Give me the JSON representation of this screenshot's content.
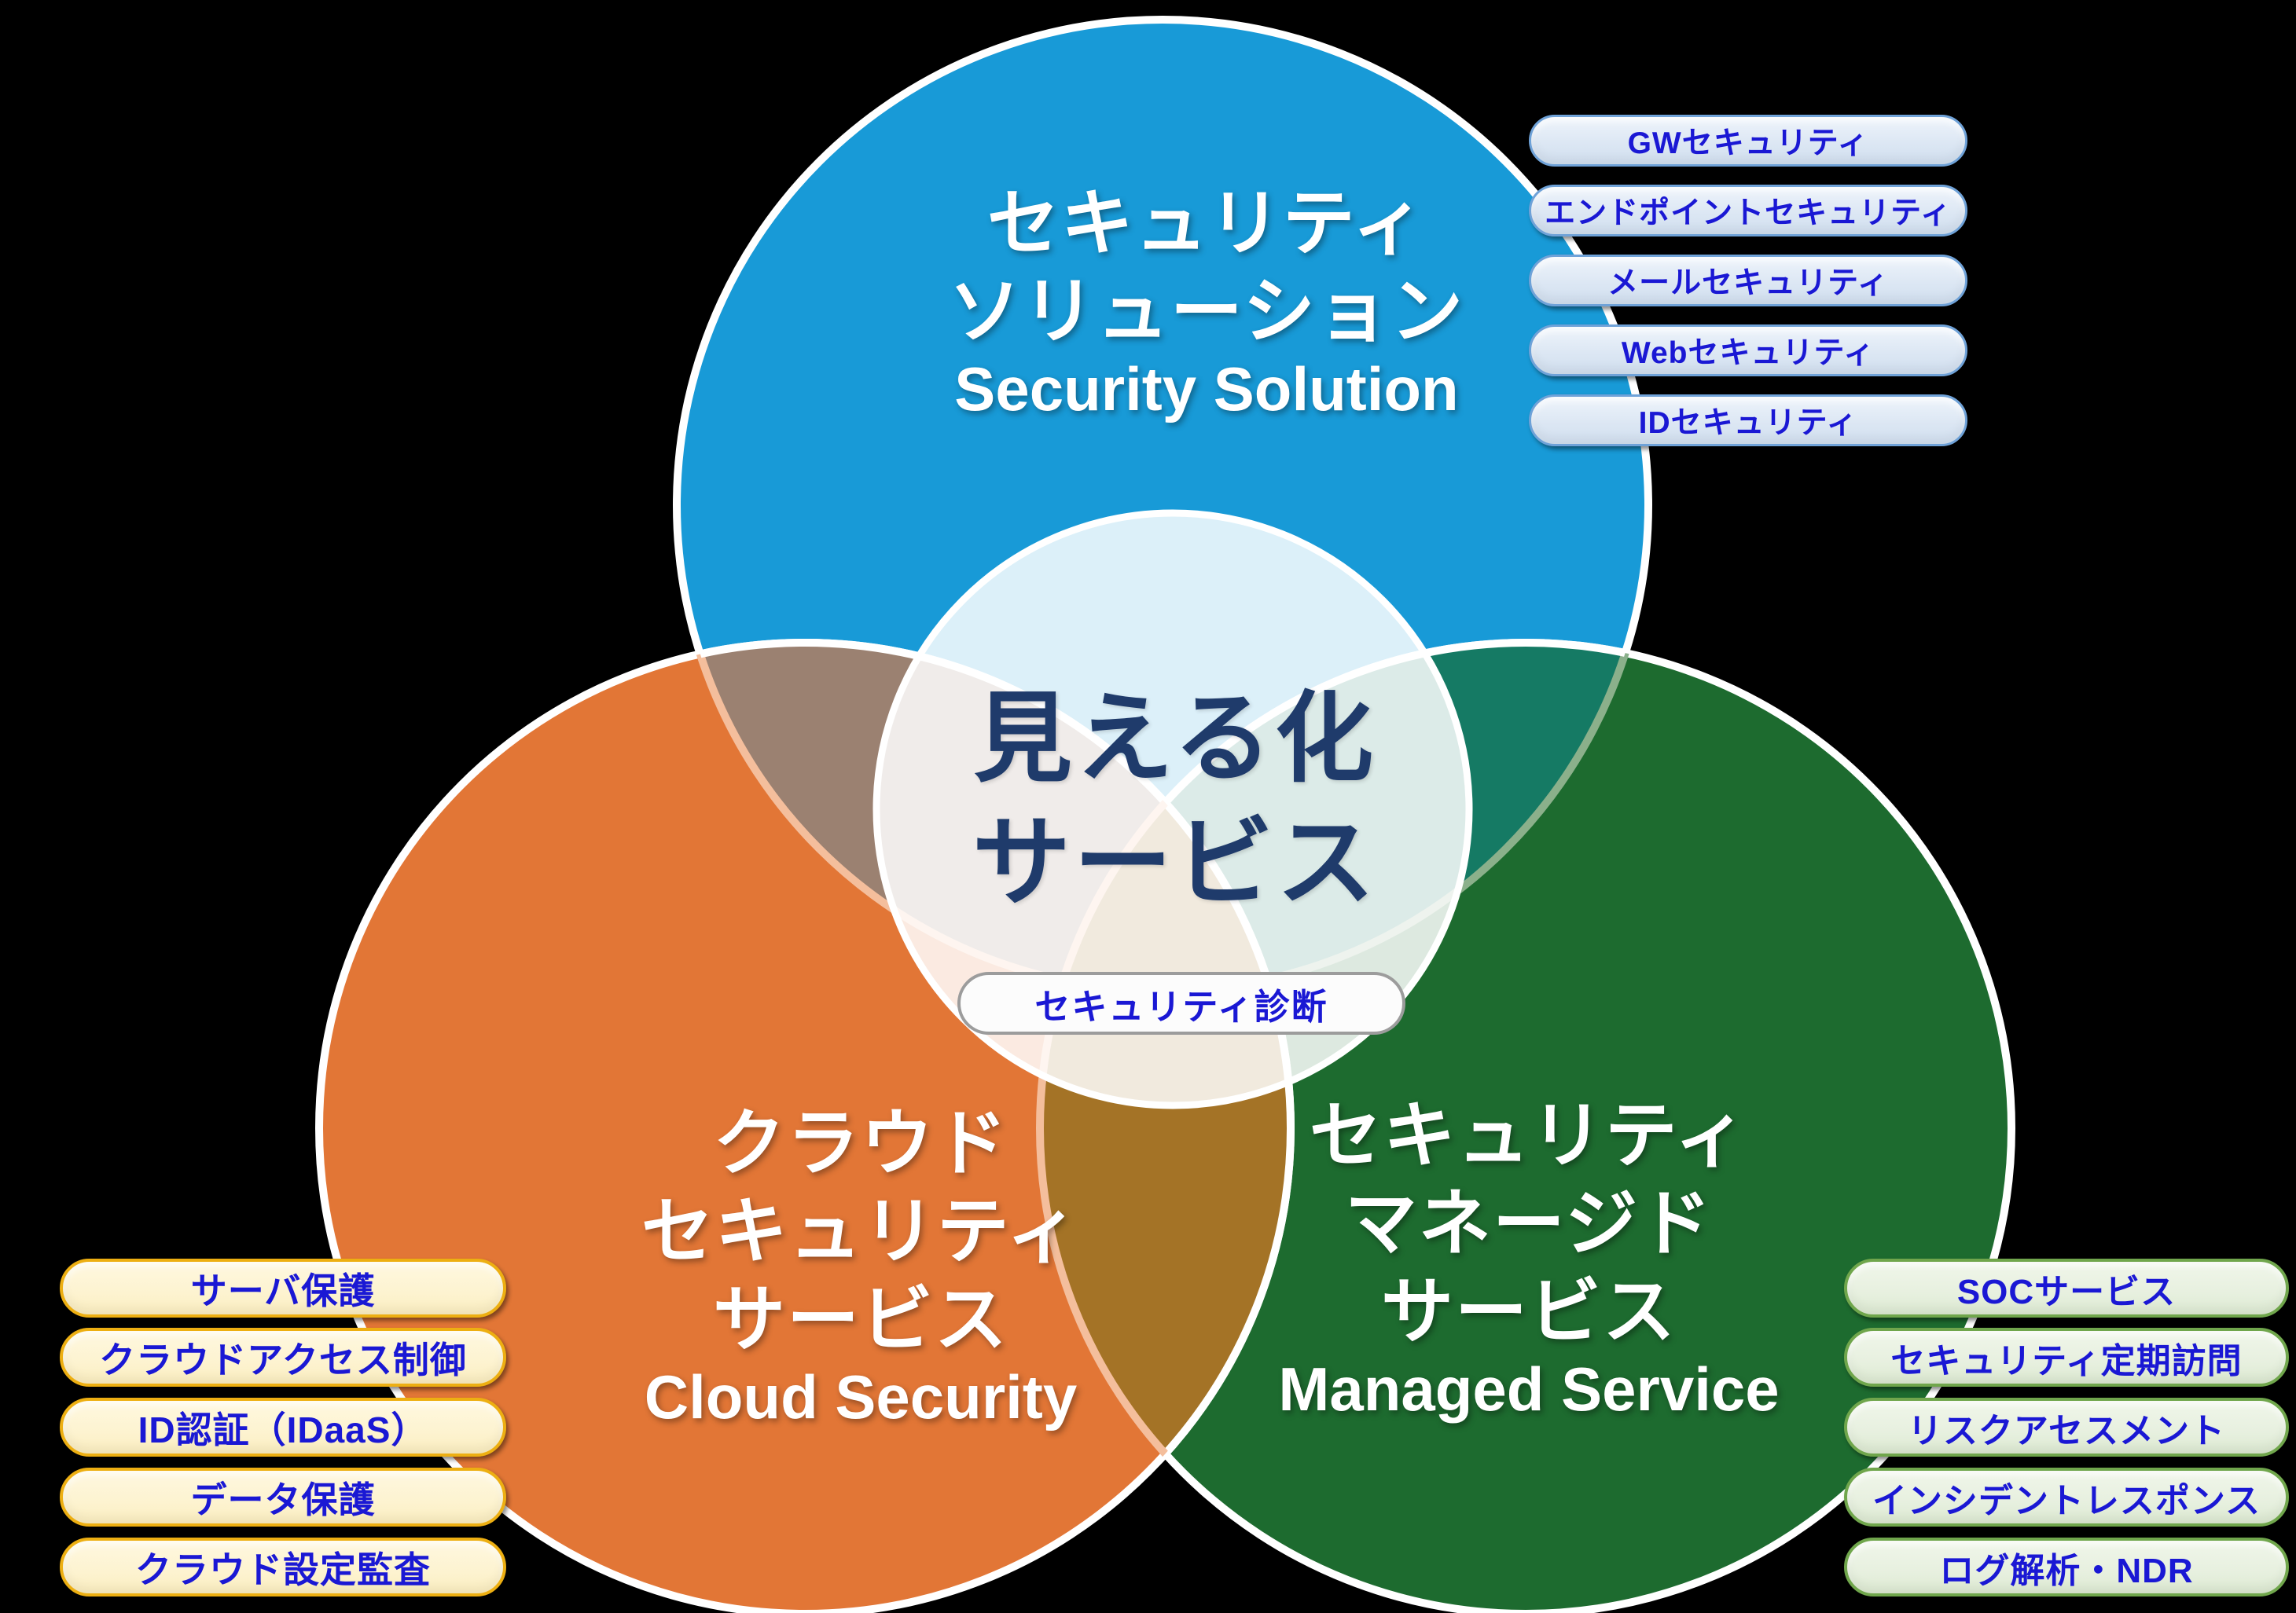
{
  "colors": {
    "background": "#000000",
    "solution_blue": "#189AD7",
    "cloud_orange": "#E27636",
    "managed_green": "#1D6B2F",
    "overlap_blue_orange": "#9B8171",
    "overlap_blue_green": "#157A64",
    "overlap_orange_green": "#A47326",
    "edge_peach": "#F4BE9C",
    "edge_pale_green": "#8BB08B",
    "edge_white": "#FFFFFF",
    "center_circle_fill": "rgba(255,255,255,0.85)",
    "center_text_navy": "#1F3B6B",
    "pill_text_blue": "#1A18D4",
    "solution_pill_bg": "#DCE7F5",
    "solution_pill_border": "#6FA2D8",
    "cloud_pill_bg": "#FDF3D0",
    "cloud_pill_border": "#EDAF12",
    "managed_pill_bg": "#E7F0DF",
    "managed_pill_border": "#70A64C",
    "badge_bg": "#FCFCFC",
    "badge_border": "#9C9C9C"
  },
  "venn": {
    "solution": {
      "title_line1": "セキュリティ",
      "title_line2": "ソリューション",
      "subtitle_en": "Security Solution",
      "items": [
        "GWセキュリティ",
        "エンドポイントセキュリティ",
        "メールセキュリティ",
        "Webセキュリティ",
        "IDセキュリティ"
      ]
    },
    "cloud": {
      "title_line1": "クラウド",
      "title_line2": "セキュリティ",
      "title_line3": "サービス",
      "subtitle_en": "Cloud Security",
      "items": [
        "サーバ保護",
        "クラウドアクセス制御",
        "ID認証（IDaaS）",
        "データ保護",
        "クラウド設定監査"
      ]
    },
    "managed": {
      "title_line1": "セキュリティ",
      "title_line2": "マネージド",
      "title_line3": "サービス",
      "subtitle_en": "Managed Service",
      "items": [
        "SOCサービス",
        "セキュリティ定期訪問",
        "リスクアセスメント",
        "インシデントレスポンス",
        "ログ解析・NDR"
      ]
    },
    "center": {
      "title_line1": "見える化",
      "title_line2": "サービス",
      "badge": "セキュリティ診断"
    }
  }
}
